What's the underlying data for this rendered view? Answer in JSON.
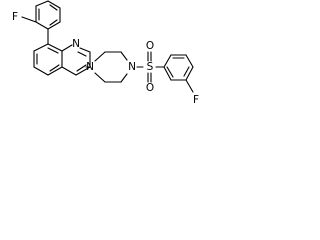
{
  "molecule": {
    "atoms": {
      "F_top": "F",
      "N_quinoline": "N",
      "N_piperazine_left": "N",
      "N_piperazine_right": "N",
      "S_sulfonyl": "S",
      "O_top": "O",
      "O_bottom": "O",
      "F_right": "F"
    }
  }
}
